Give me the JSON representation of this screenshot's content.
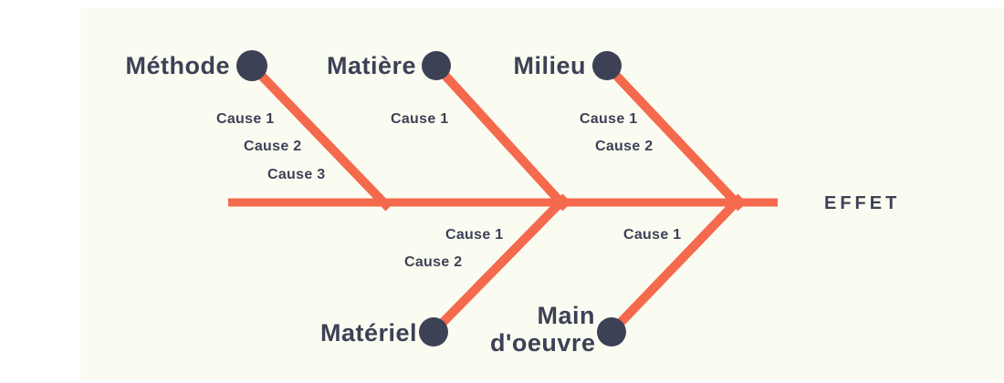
{
  "diagram": {
    "type": "fishbone",
    "effect_label": "EFFET",
    "colors": {
      "line": "#f5694d",
      "node": "#3d4156",
      "text": "#3d4156",
      "background": "#fbfcf1",
      "page": "#ffffff"
    },
    "branches": [
      {
        "label": "Méthode",
        "side": "top",
        "causes": [
          "Cause 1",
          "Cause 2",
          "Cause 3"
        ]
      },
      {
        "label": "Matière",
        "side": "top",
        "causes": [
          "Cause 1"
        ]
      },
      {
        "label": "Milieu",
        "side": "top",
        "causes": [
          "Cause 1",
          "Cause 2"
        ]
      },
      {
        "label": "Matériel",
        "side": "bottom",
        "causes": [
          "Cause 1",
          "Cause 2"
        ]
      },
      {
        "label": "Main d'oeuvre",
        "side": "bottom",
        "causes": [
          "Cause 1"
        ]
      }
    ]
  }
}
